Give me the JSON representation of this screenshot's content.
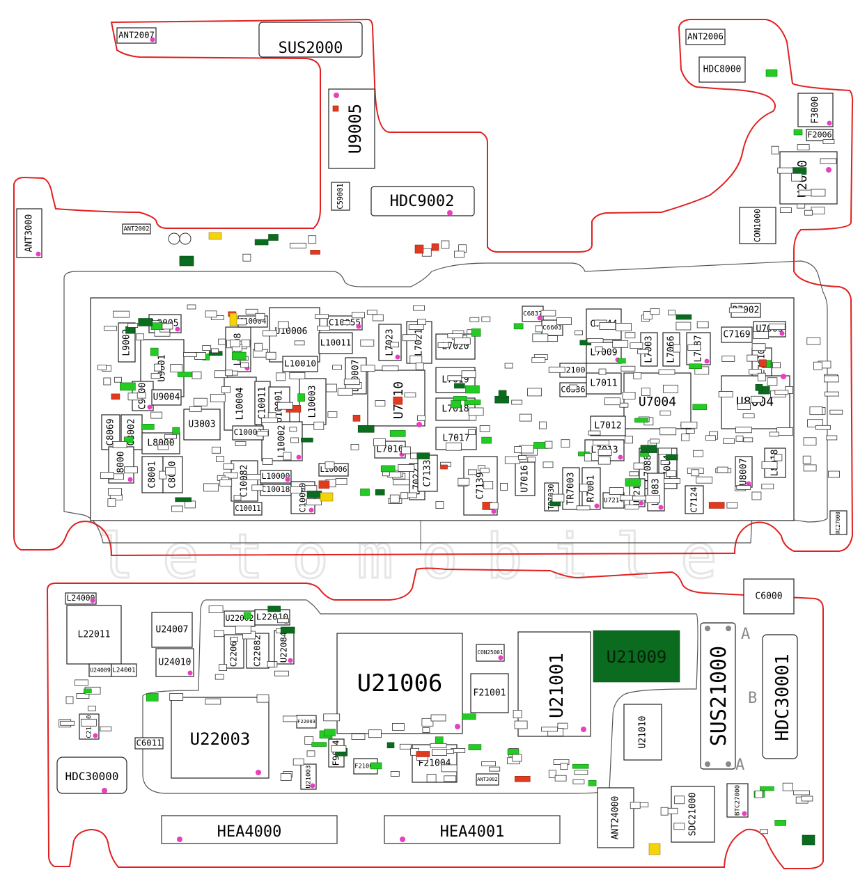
{
  "watermark": "letomobile",
  "colors": {
    "outline": "#e02020",
    "pad_green": "#22cc22",
    "pad_dark": "#0b6b1e",
    "pad_red": "#e03b1f",
    "pad_yellow": "#f5d30a",
    "pin_marker": "#e83fc0"
  },
  "labels": {
    "big": [
      "SUS2000",
      "U9005",
      "HDC9002",
      "U21006",
      "U21001",
      "U21009",
      "SUS21000",
      "HDC30001",
      "U22003",
      "HEA4000",
      "HEA4001",
      "HDC30000",
      "U7010",
      "U7004",
      "U8004",
      "U10006",
      "U2000"
    ],
    "medium": [
      "ANT2007",
      "ANT2006",
      "HDC8000",
      "F3000",
      "F2006",
      "CON1000",
      "ANT3000",
      "ANT2002",
      "C59001",
      "L9005",
      "U9001",
      "L9002",
      "C9000",
      "U9004",
      "U3003",
      "C8069",
      "C8002",
      "L8000",
      "U8000",
      "C8001",
      "C8000",
      "L10008",
      "L10010",
      "L10011",
      "C10055",
      "C10004",
      "L10004",
      "C10011",
      "U10001",
      "L10003",
      "L10002",
      "C10002",
      "C10082",
      "L10000",
      "C10018",
      "C10011",
      "C10000",
      "L10006",
      "L10007",
      "L7023",
      "L7021",
      "L7020",
      "L7019",
      "L7018",
      "L7017",
      "L7016",
      "L7022",
      "C7133",
      "C7139",
      "U7016",
      "C7144",
      "L7009",
      "L7011",
      "L7012",
      "L7013",
      "L7003",
      "L7066",
      "L7087",
      "L7088",
      "L7084",
      "L7083",
      "C7124",
      "U7214",
      "U7212",
      "TR7030",
      "TR7003",
      "R7001",
      "R7002",
      "C7169",
      "U7003",
      "L7010",
      "L8018",
      "U8007",
      "U2100",
      "C6336",
      "C6837",
      "C6603",
      "C6000",
      "CON25001",
      "F21001",
      "F21002",
      "F21004",
      "U21010",
      "U22002",
      "L22010",
      "C22065",
      "C22082",
      "U22084",
      "L22011",
      "U24007",
      "U24010",
      "U24009",
      "L24001",
      "L24000",
      "ANT24000",
      "SDC21000",
      "BTC27000",
      "RC27000",
      "F9004",
      "U21003",
      "F22003",
      "ANT3002",
      "C21000",
      "C6011"
    ],
    "side_letters": [
      "A",
      "B",
      "A"
    ]
  }
}
